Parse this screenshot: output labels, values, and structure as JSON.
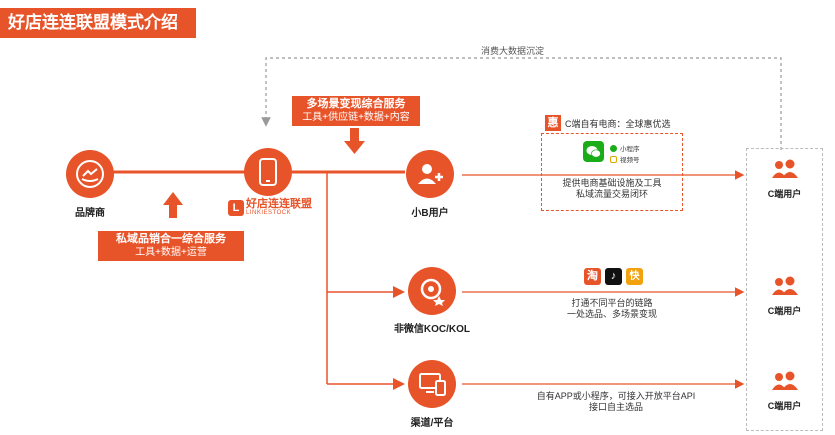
{
  "title": "好店连连联盟模式介绍",
  "top_loop_label": "消费大数据沉淀",
  "brand_label": "品牌商",
  "hub_logo_text": "好店连连联盟",
  "hub_logo_sub": "LINKIESTOCK",
  "box_top": {
    "line1": "多场景变现综合服务",
    "line2": "工具+供应链+数据+内容"
  },
  "box_bottom": {
    "line1": "私域品销合一综合服务",
    "line2": "工具+数据+运营"
  },
  "nodes": {
    "small_b": "小B用户",
    "koc": "非微信KOC/KOL",
    "channel": "渠道/平台"
  },
  "ecom_label": "C端自有电商：全球惠优选",
  "hui_char": "惠",
  "miniprogram_label": "小程序",
  "video_label": "视频号",
  "small_b_desc": {
    "line1": "提供电商基础设施及工具",
    "line2": "私域流量交易闭环"
  },
  "koc_platform_icons": [
    "淘",
    "♪",
    "快"
  ],
  "koc_desc": {
    "line1": "打通不同平台的链路",
    "line2": "一处选品、多场景变现"
  },
  "channel_desc": {
    "line1": "自有APP或小程序，可接入开放平台API",
    "line2": "接口自主选品"
  },
  "c_users": [
    "C端用户",
    "C端用户",
    "C端用户"
  ],
  "colors": {
    "accent": "#e8542a",
    "wechat": "#1aad19",
    "line_gray": "#999999"
  }
}
